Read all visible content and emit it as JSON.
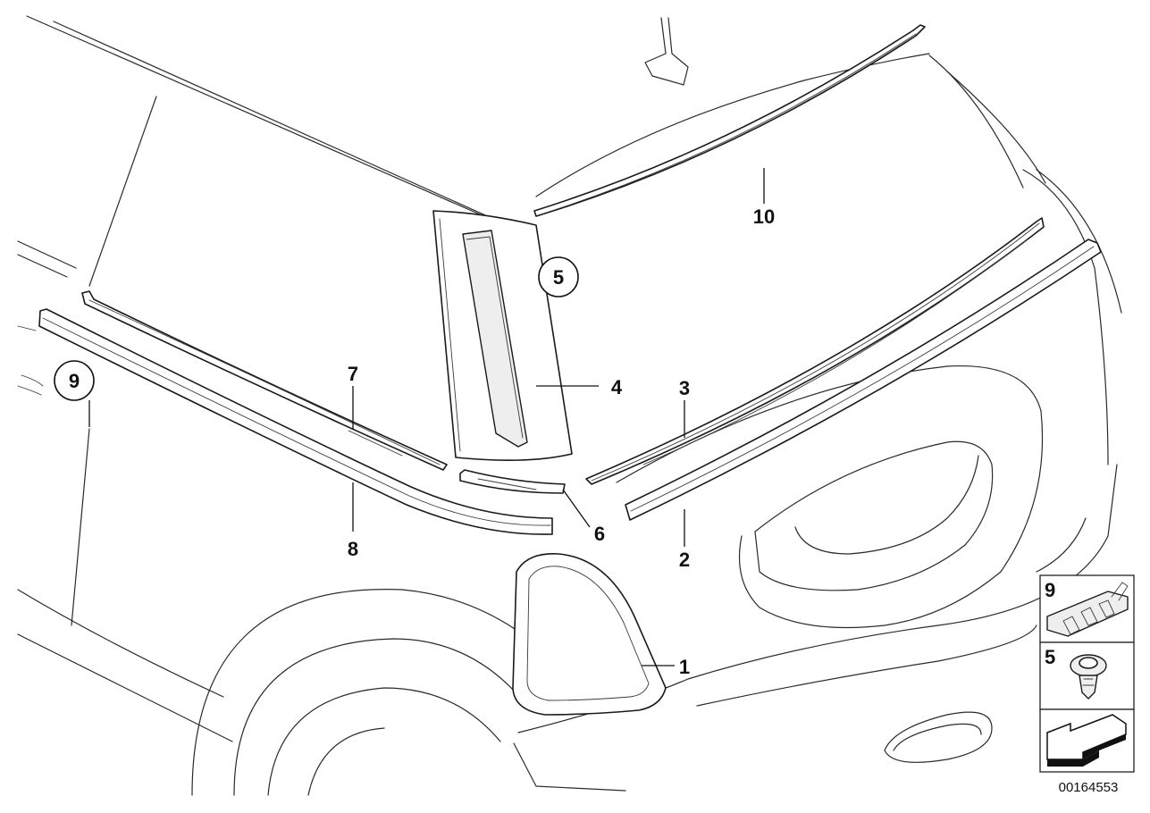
{
  "diagram": {
    "document_number": "00164553",
    "callouts": {
      "c1": "1",
      "c2": "2",
      "c3": "3",
      "c4": "4",
      "c5": "5",
      "c6": "6",
      "c7": "7",
      "c8": "8",
      "c9": "9",
      "c10": "10"
    },
    "legend": {
      "item_9": "9",
      "item_5": "5"
    },
    "icons": {
      "clip_9": "clip-icon",
      "clip_5": "push-rivet-icon",
      "arrow": "arrow-icon"
    }
  }
}
